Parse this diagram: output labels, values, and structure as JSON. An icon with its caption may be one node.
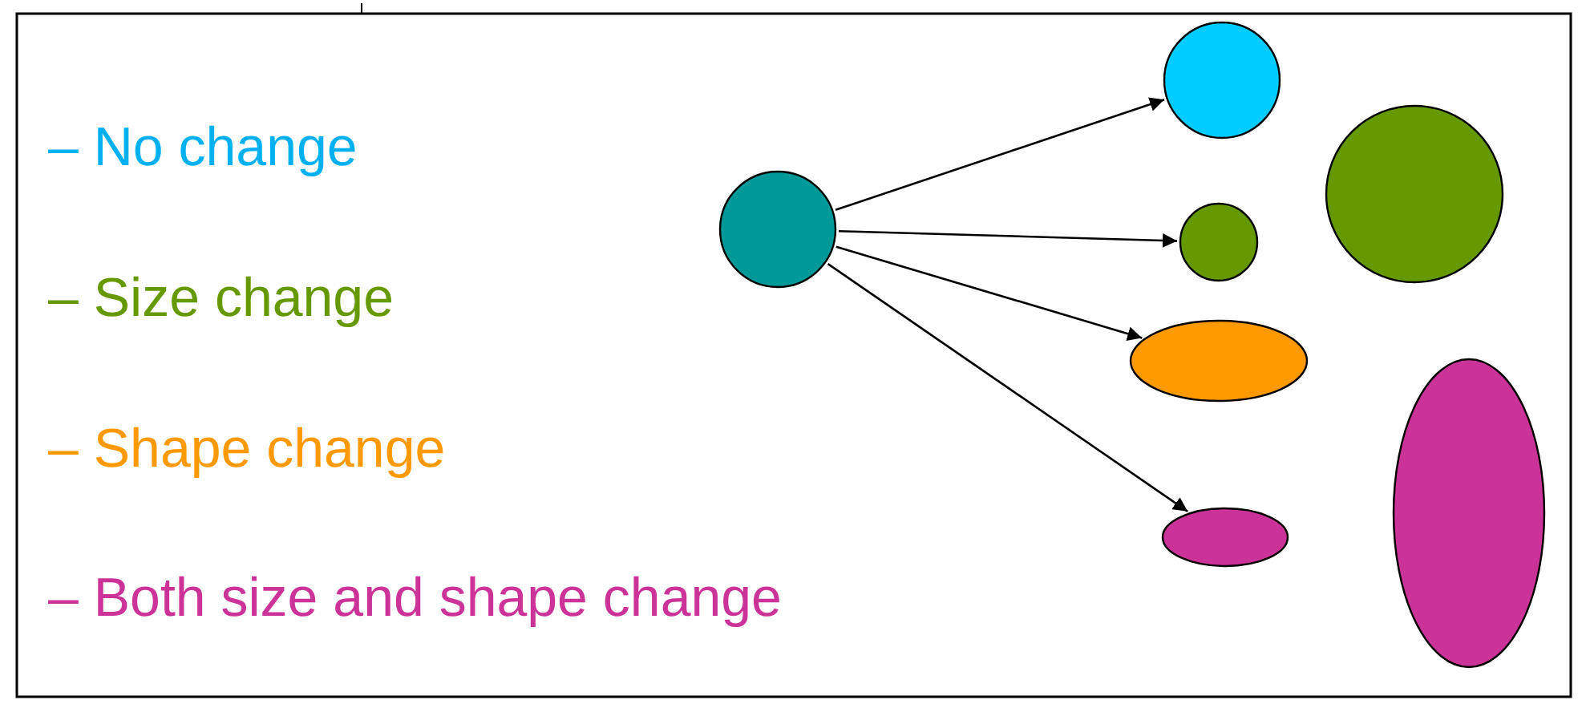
{
  "diagram": {
    "nodes": [
      {
        "text": [],
        "shape": "circle"
      },
      {
        "text": [],
        "shape": "circle"
      },
      {
        "text": [],
        "shape": "circle"
      },
      {
        "text": [],
        "shape": "ellipse"
      },
      {
        "text": [],
        "shape": "ellipse"
      },
      {
        "text": [],
        "shape": "circle"
      },
      {
        "text": [],
        "shape": "ellipse"
      }
    ],
    "edges": [
      {
        "from": 0,
        "to": 1,
        "arrow": "to"
      },
      {
        "from": 0,
        "to": 2,
        "arrow": "to"
      },
      {
        "from": 0,
        "to": 3,
        "arrow": "to"
      },
      {
        "from": 0,
        "to": 4,
        "arrow": "to"
      }
    ],
    "labels": [
      "– No change",
      "– Size change",
      "– Shape change",
      "– Both size and shape change"
    ]
  }
}
